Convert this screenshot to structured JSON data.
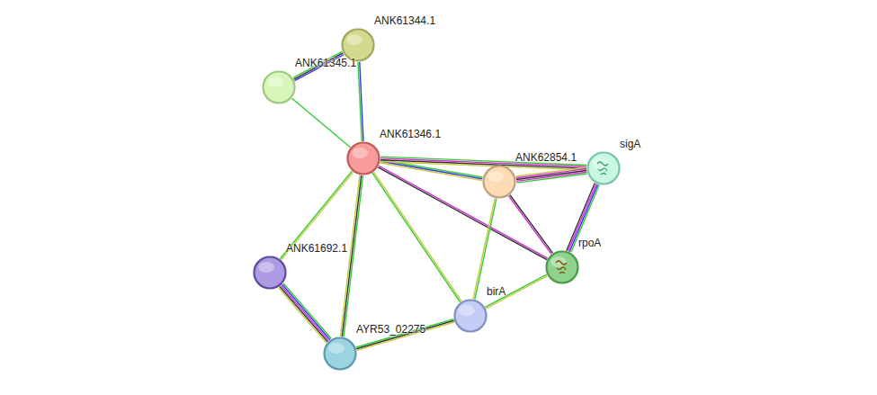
{
  "diagram": {
    "nodes": [
      {
        "text": [
          "ANK61344.1"
        ]
      },
      {
        "text": [
          "ANK61345.1"
        ]
      },
      {
        "text": [
          "ANK61346.1"
        ]
      },
      {
        "text": [
          "ANK62854.1"
        ]
      },
      {
        "text": [
          "sigA"
        ]
      },
      {
        "text": [
          "ANK61692.1"
        ]
      },
      {
        "text": [
          "rpoA"
        ]
      },
      {
        "text": [
          "birA"
        ]
      },
      {
        "text": [
          "AYR53_02275"
        ]
      }
    ],
    "edges": [
      {
        "from": 0,
        "to": 1,
        "arrow": "none"
      },
      {
        "from": 0,
        "to": 2,
        "arrow": "none"
      },
      {
        "from": 1,
        "to": 2,
        "arrow": "none"
      },
      {
        "from": 2,
        "to": 3,
        "arrow": "none"
      },
      {
        "from": 2,
        "to": 4,
        "arrow": "none"
      },
      {
        "from": 3,
        "to": 4,
        "arrow": "none"
      },
      {
        "from": 2,
        "to": 6,
        "arrow": "none"
      },
      {
        "from": 3,
        "to": 6,
        "arrow": "none"
      },
      {
        "from": 4,
        "to": 6,
        "arrow": "none"
      },
      {
        "from": 2,
        "to": 5,
        "arrow": "none"
      },
      {
        "from": 2,
        "to": 8,
        "arrow": "none"
      },
      {
        "from": 2,
        "to": 7,
        "arrow": "none"
      },
      {
        "from": 3,
        "to": 7,
        "arrow": "none"
      },
      {
        "from": 7,
        "to": 6,
        "arrow": "none"
      },
      {
        "from": 5,
        "to": 8,
        "arrow": "none"
      },
      {
        "from": 8,
        "to": 7,
        "arrow": "none"
      }
    ]
  }
}
